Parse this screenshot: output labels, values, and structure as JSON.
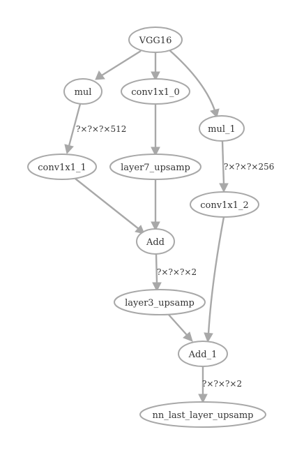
{
  "colors": {
    "stroke": "#a8a8a8",
    "text": "#333333",
    "background": "#ffffff"
  },
  "nodes": {
    "vgg16": "VGG16",
    "mul": "mul",
    "conv1x1_0": "conv1x1_0",
    "mul_1": "mul_1",
    "conv1x1_1": "conv1x1_1",
    "layer7_upsamp": "layer7_upsamp",
    "conv1x1_2": "conv1x1_2",
    "add": "Add",
    "layer3_upsamp": "layer3_upsamp",
    "add_1": "Add_1",
    "nn_last_layer_upsamp": "nn_last_layer_upsamp"
  },
  "edges": [
    {
      "from": "VGG16",
      "to": "mul",
      "label": ""
    },
    {
      "from": "VGG16",
      "to": "conv1x1_0",
      "label": ""
    },
    {
      "from": "VGG16",
      "to": "mul_1",
      "label": ""
    },
    {
      "from": "mul",
      "to": "conv1x1_1",
      "label": "?×?×?×512"
    },
    {
      "from": "conv1x1_0",
      "to": "layer7_upsamp",
      "label": ""
    },
    {
      "from": "mul_1",
      "to": "conv1x1_2",
      "label": "?×?×?×256"
    },
    {
      "from": "conv1x1_1",
      "to": "Add",
      "label": ""
    },
    {
      "from": "layer7_upsamp",
      "to": "Add",
      "label": ""
    },
    {
      "from": "Add",
      "to": "layer3_upsamp",
      "label": "?×?×?×2"
    },
    {
      "from": "layer3_upsamp",
      "to": "Add_1",
      "label": ""
    },
    {
      "from": "conv1x1_2",
      "to": "Add_1",
      "label": ""
    },
    {
      "from": "Add_1",
      "to": "nn_last_layer_upsamp",
      "label": "?×?×?×2"
    }
  ]
}
